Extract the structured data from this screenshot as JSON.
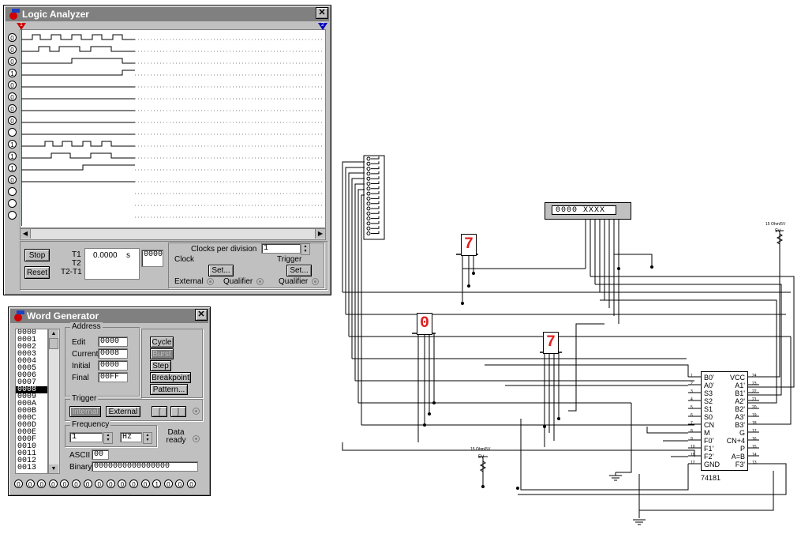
{
  "logic_analyzer": {
    "title": "Logic Analyzer",
    "marker_left": "1",
    "marker_right": "2",
    "channel_values": [
      "0",
      "0",
      "0",
      "1",
      "0",
      "0",
      "0",
      "0",
      "",
      "1",
      "1",
      "1",
      "0",
      "",
      "",
      ""
    ],
    "t1_label": "T1",
    "t2_label": "T2",
    "t2t1_label": "T2-T1",
    "time_value": "0.0000",
    "time_unit": "s",
    "hex_value": "0000",
    "stop_label": "Stop",
    "reset_label": "Reset",
    "clocks_per_division_label": "Clocks per division",
    "clocks_per_division_value": "1",
    "clock_group": "Clock",
    "trigger_group": "Trigger",
    "set_label": "Set...",
    "external_label": "External",
    "qualifier_label": "Qualifier",
    "qualifier2_label": "Qualifier"
  },
  "word_generator": {
    "title": "Word Generator",
    "words": [
      "0000",
      "0001",
      "0002",
      "0003",
      "0004",
      "0005",
      "0006",
      "0007",
      "0008",
      "0009",
      "000A",
      "000B",
      "000C",
      "000D",
      "000E",
      "000F",
      "0010",
      "0011",
      "0012",
      "0013"
    ],
    "selected_index": 8,
    "address_group": "Address",
    "edit_label": "Edit",
    "edit_value": "0000",
    "current_label": "Current",
    "current_value": "0008",
    "initial_label": "Initial",
    "initial_value": "0000",
    "final_label": "Final",
    "final_value": "00FF",
    "cycle_label": "Cycle",
    "burst_label": "Burst",
    "step_label": "Step",
    "breakpoint_label": "Breakpoint",
    "pattern_label": "Pattern...",
    "trigger_group": "Trigger",
    "internal_label": "Internal",
    "external_label": "External",
    "frequency_group": "Frequency",
    "frequency_value": "1",
    "frequency_unit": "Hz",
    "data_ready_label": "Data ready",
    "ascii_label": "ASCII",
    "ascii_value": "00",
    "binary_label": "Binary",
    "binary_value": "0000000000000000",
    "output_bits": [
      "0",
      "0",
      "0",
      "0",
      "0",
      "0",
      "0",
      "0",
      "0",
      "0",
      "0",
      "0",
      "1",
      "0",
      "0",
      "0"
    ]
  },
  "schematic": {
    "hex_display_text": "0000 XXXX",
    "chip_label": "74181",
    "pins_left": [
      "B0'",
      "A0'",
      "S3",
      "S2",
      "S1",
      "S0",
      "CN",
      "M",
      "F0'",
      "F1'",
      "F2'",
      "GND"
    ],
    "pins_right": [
      "VCC",
      "A1'",
      "B1'",
      "A2'",
      "B2'",
      "A3'",
      "B3'",
      "G",
      "CN+4",
      "P",
      "A=B",
      "F3'"
    ],
    "pin_nums_left": [
      "1",
      "2",
      "3",
      "4",
      "5",
      "6",
      "7",
      "8",
      "9",
      "10",
      "11",
      "12"
    ],
    "pin_nums_right": [
      "24",
      "23",
      "22",
      "21",
      "20",
      "19",
      "18",
      "17",
      "16",
      "15",
      "14",
      "13"
    ],
    "seven_seg_top": "7",
    "seven_seg_left": "0",
    "seven_seg_mid": "7",
    "pullup_label": "15 Ohm/5V",
    "vcc_label": "5V"
  },
  "colors": {
    "titlebar": "#808080",
    "window": "#c0c0c0",
    "grid_dot": "#a0a0a0",
    "marker_red": "#d00000",
    "marker_blue": "#0000c0",
    "seg_red": "#e02020"
  }
}
